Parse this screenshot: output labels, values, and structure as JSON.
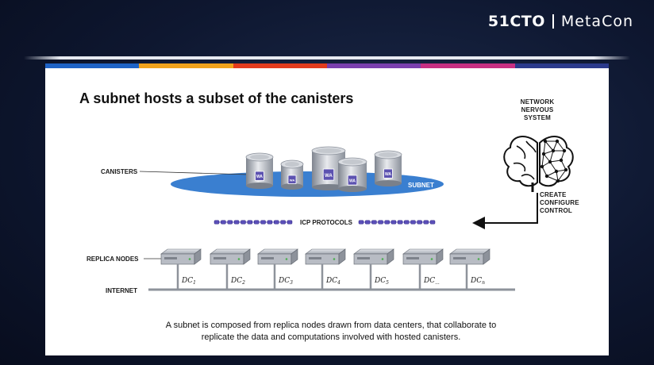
{
  "brand": {
    "name": "51CTO",
    "event": "MetaCon"
  },
  "slide": {
    "title": "A subnet hosts a subset of the canisters",
    "stripe_colors": [
      "#1e63c6",
      "#f0a21c",
      "#e23b1e",
      "#7a3fae",
      "#c72f82",
      "#2b3a8c"
    ],
    "labels": {
      "canisters": "CANISTERS",
      "subnet": "SUBNET",
      "icp_protocols": "ICP PROTOCOLS",
      "replica_nodes": "REPLICA NODES",
      "internet": "INTERNET",
      "nns": [
        "NETWORK",
        "NERVOUS",
        "SYSTEM"
      ],
      "control": [
        "CREATE",
        "CONFIGURE",
        "CONTROL"
      ]
    },
    "canister_badge": "WA",
    "canister_count": 5,
    "data_centers": [
      {
        "base": "DC",
        "sub": "1"
      },
      {
        "base": "DC",
        "sub": "2"
      },
      {
        "base": "DC",
        "sub": "3"
      },
      {
        "base": "DC",
        "sub": "4"
      },
      {
        "base": "DC",
        "sub": "5"
      },
      {
        "base": "DC",
        "sub": "..."
      },
      {
        "base": "DC",
        "sub": "n"
      }
    ],
    "caption": [
      "A subnet is composed from replica nodes drawn from data centers, that collaborate to",
      "replicate the data and computations involved with hosted canisters."
    ],
    "colors": {
      "subnet": "#3a7fd0",
      "protocol_beads": "#5b4fb8",
      "server_body": "#b8bcc4"
    }
  }
}
